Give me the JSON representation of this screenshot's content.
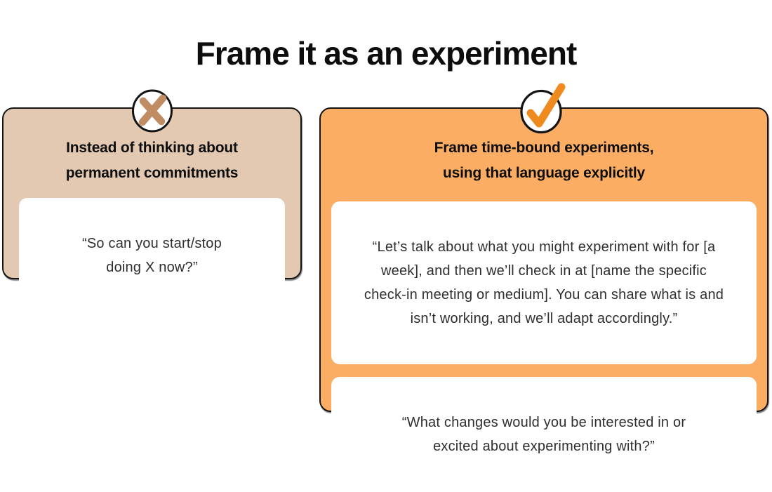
{
  "title": "Frame it as an experiment",
  "panels": {
    "left": {
      "icon": "cross-icon",
      "heading": "Instead of thinking about\npermanent commitments",
      "cards": [
        "“So can you start/stop\ndoing X now?”"
      ]
    },
    "right": {
      "icon": "check-icon",
      "heading": "Frame time-bound experiments,\nusing that language explicitly",
      "cards": [
        "“Let’s talk about what you might experiment with for [a\nweek], and then we’ll check in at [name the specific\ncheck-in meeting or medium]. You can share what is and\nisn’t working, and we’ll adapt accordingly.”",
        "“What changes would you be interested in or\nexcited about experimenting with?”"
      ]
    }
  },
  "colors": {
    "left_panel_bg": "#E3C9B1",
    "right_panel_bg": "#FAAD63",
    "cross_icon": "#C08C63",
    "check_icon": "#EE8A1E",
    "panel_border": "#141414",
    "card_bg": "#FFFFFF",
    "title_text": "#0D0D0D",
    "heading_text": "#0E0E0E",
    "body_text": "#2E2E2E"
  }
}
